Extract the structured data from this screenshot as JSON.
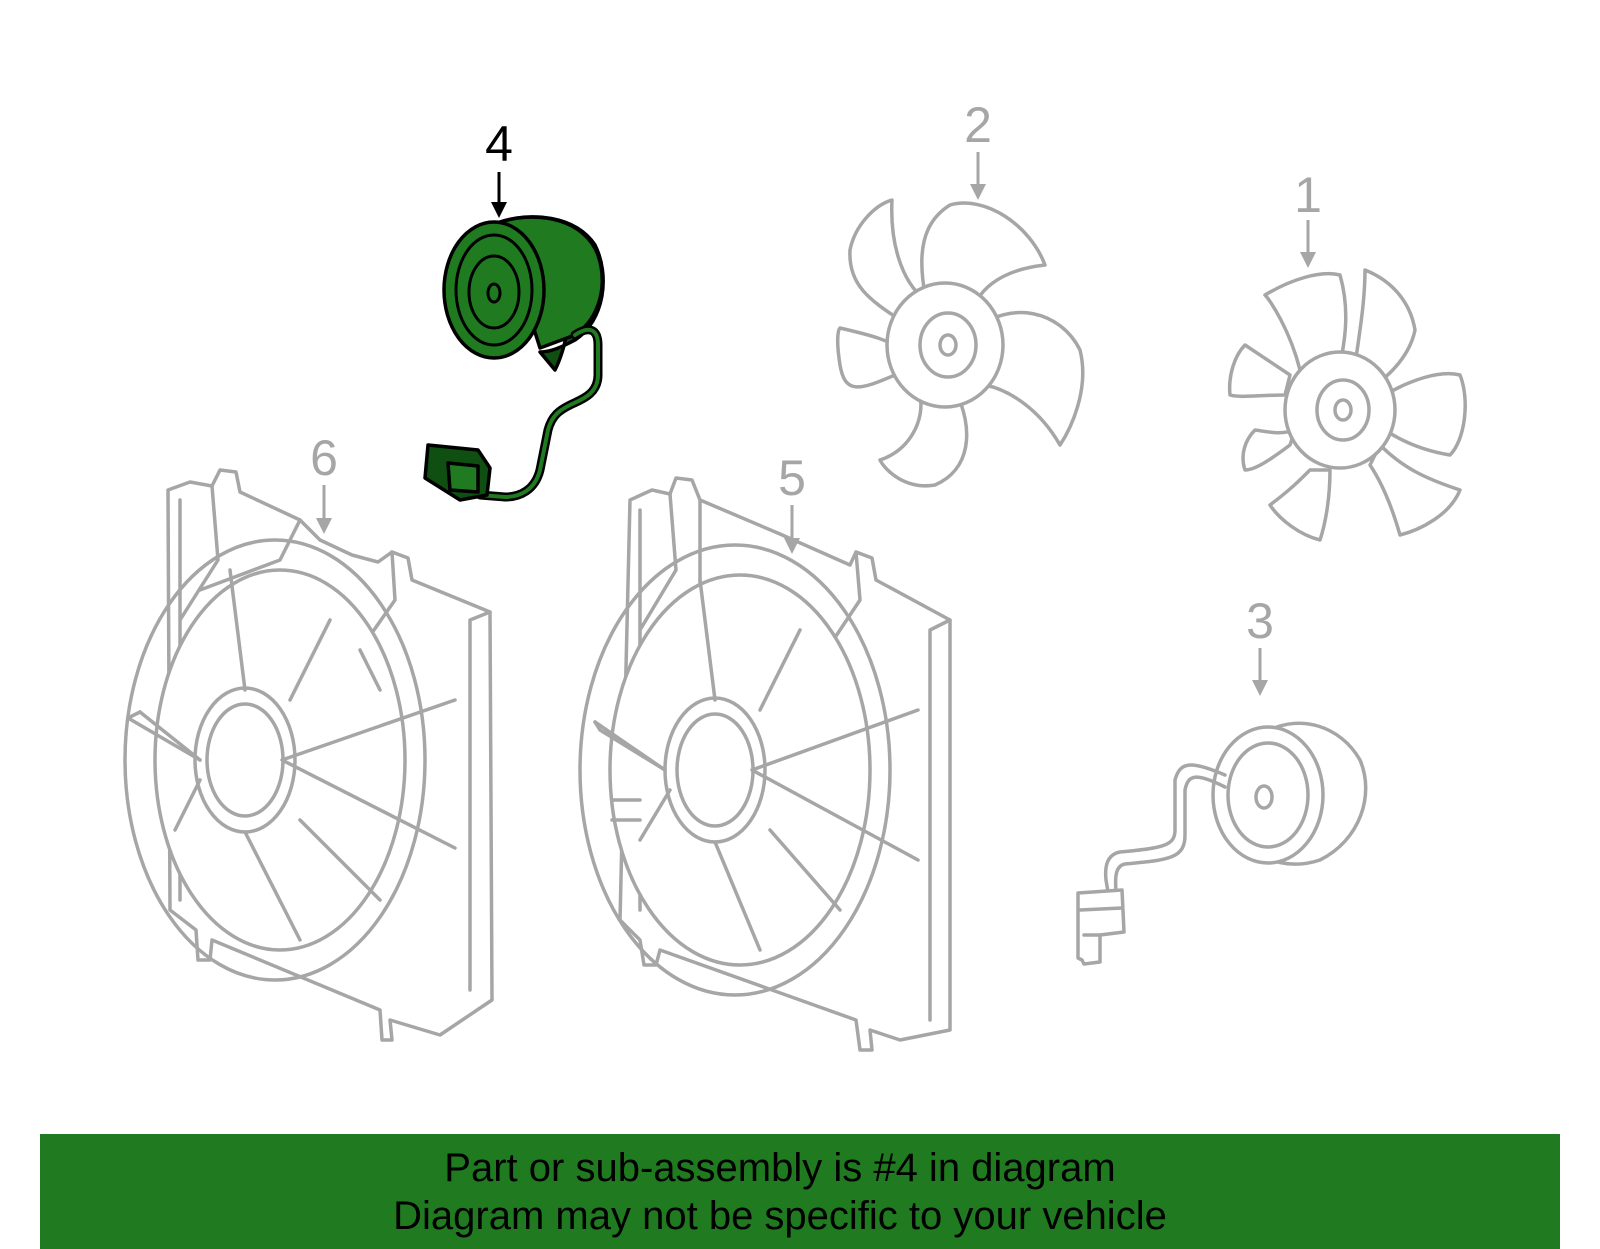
{
  "callouts": [
    {
      "id": "1",
      "label": "1",
      "highlighted": false
    },
    {
      "id": "2",
      "label": "2",
      "highlighted": false
    },
    {
      "id": "3",
      "label": "3",
      "highlighted": false
    },
    {
      "id": "4",
      "label": "4",
      "highlighted": true
    },
    {
      "id": "5",
      "label": "5",
      "highlighted": false
    },
    {
      "id": "6",
      "label": "6",
      "highlighted": false
    }
  ],
  "banner": {
    "line1": "Part or sub-assembly is #4 in diagram",
    "line2": "Diagram may not be specific to your vehicle"
  },
  "colors": {
    "highlight": "#207a20",
    "banner": "#207a20",
    "part_outline": "#a6a6a6"
  }
}
